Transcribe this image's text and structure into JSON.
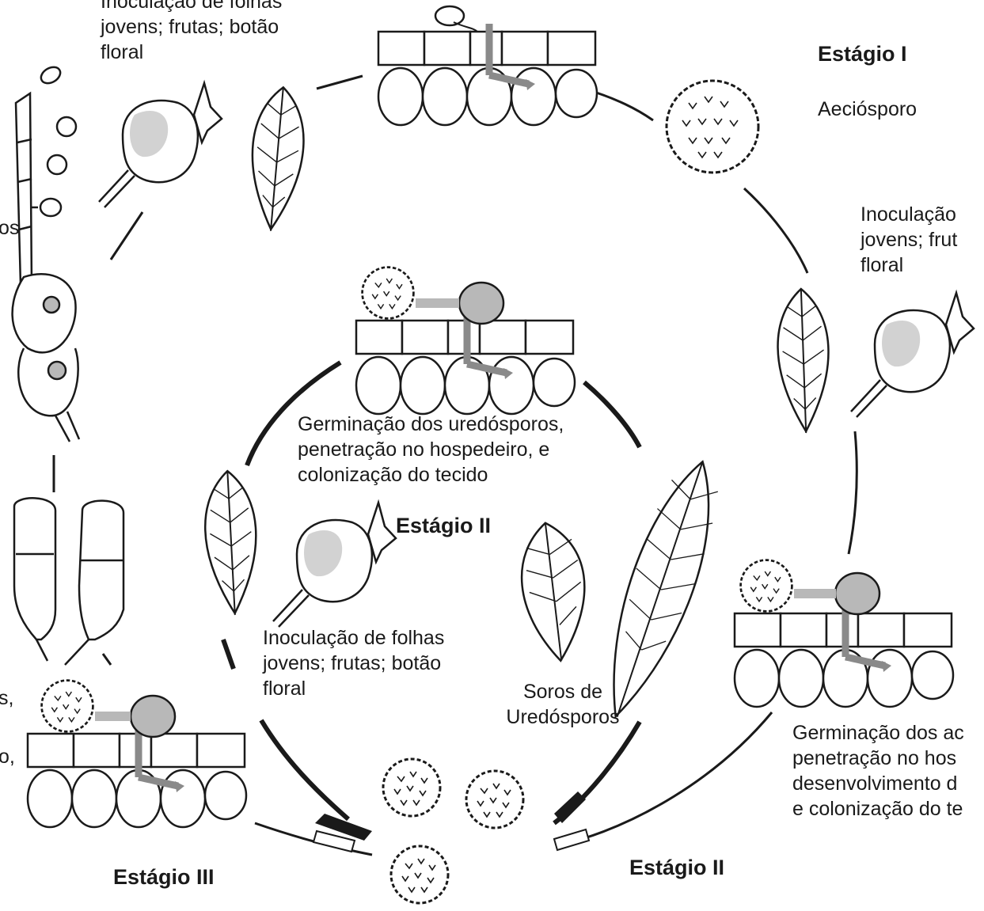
{
  "labels": {
    "top_left_inoculation": [
      "Inoculação de folhas",
      "jovens; frutas; botão",
      "floral"
    ],
    "stage_1_title": "Estágio I",
    "stage_1_spore": "Aeciósporo",
    "right_inoculation": [
      "Inoculação",
      "jovens; frut",
      "floral"
    ],
    "center_germination": [
      "Germinação dos uredósporos,",
      "penetração no hospedeiro, e",
      "colonização do tecido"
    ],
    "center_stage_2": "Estágio II",
    "center_inoculation": [
      "Inoculação de folhas",
      "jovens; frutas; botão",
      "floral"
    ],
    "sori": [
      "Soros de",
      "Uredósporos"
    ],
    "right_germination": [
      "Germinação dos ac",
      "penetração no hos",
      "desenvolvimento d",
      "e colonização do te"
    ],
    "bottom_stage_2": "Estágio II",
    "bottom_stage_3": "Estágio III",
    "left_cut_1": "os",
    "left_cut_2": "s,",
    "left_cut_3": "o,"
  },
  "colors": {
    "line": "#1a1a1a",
    "fill_grey": "#b8b8b8",
    "lesion": "#d2d2d2",
    "background": "#ffffff"
  }
}
